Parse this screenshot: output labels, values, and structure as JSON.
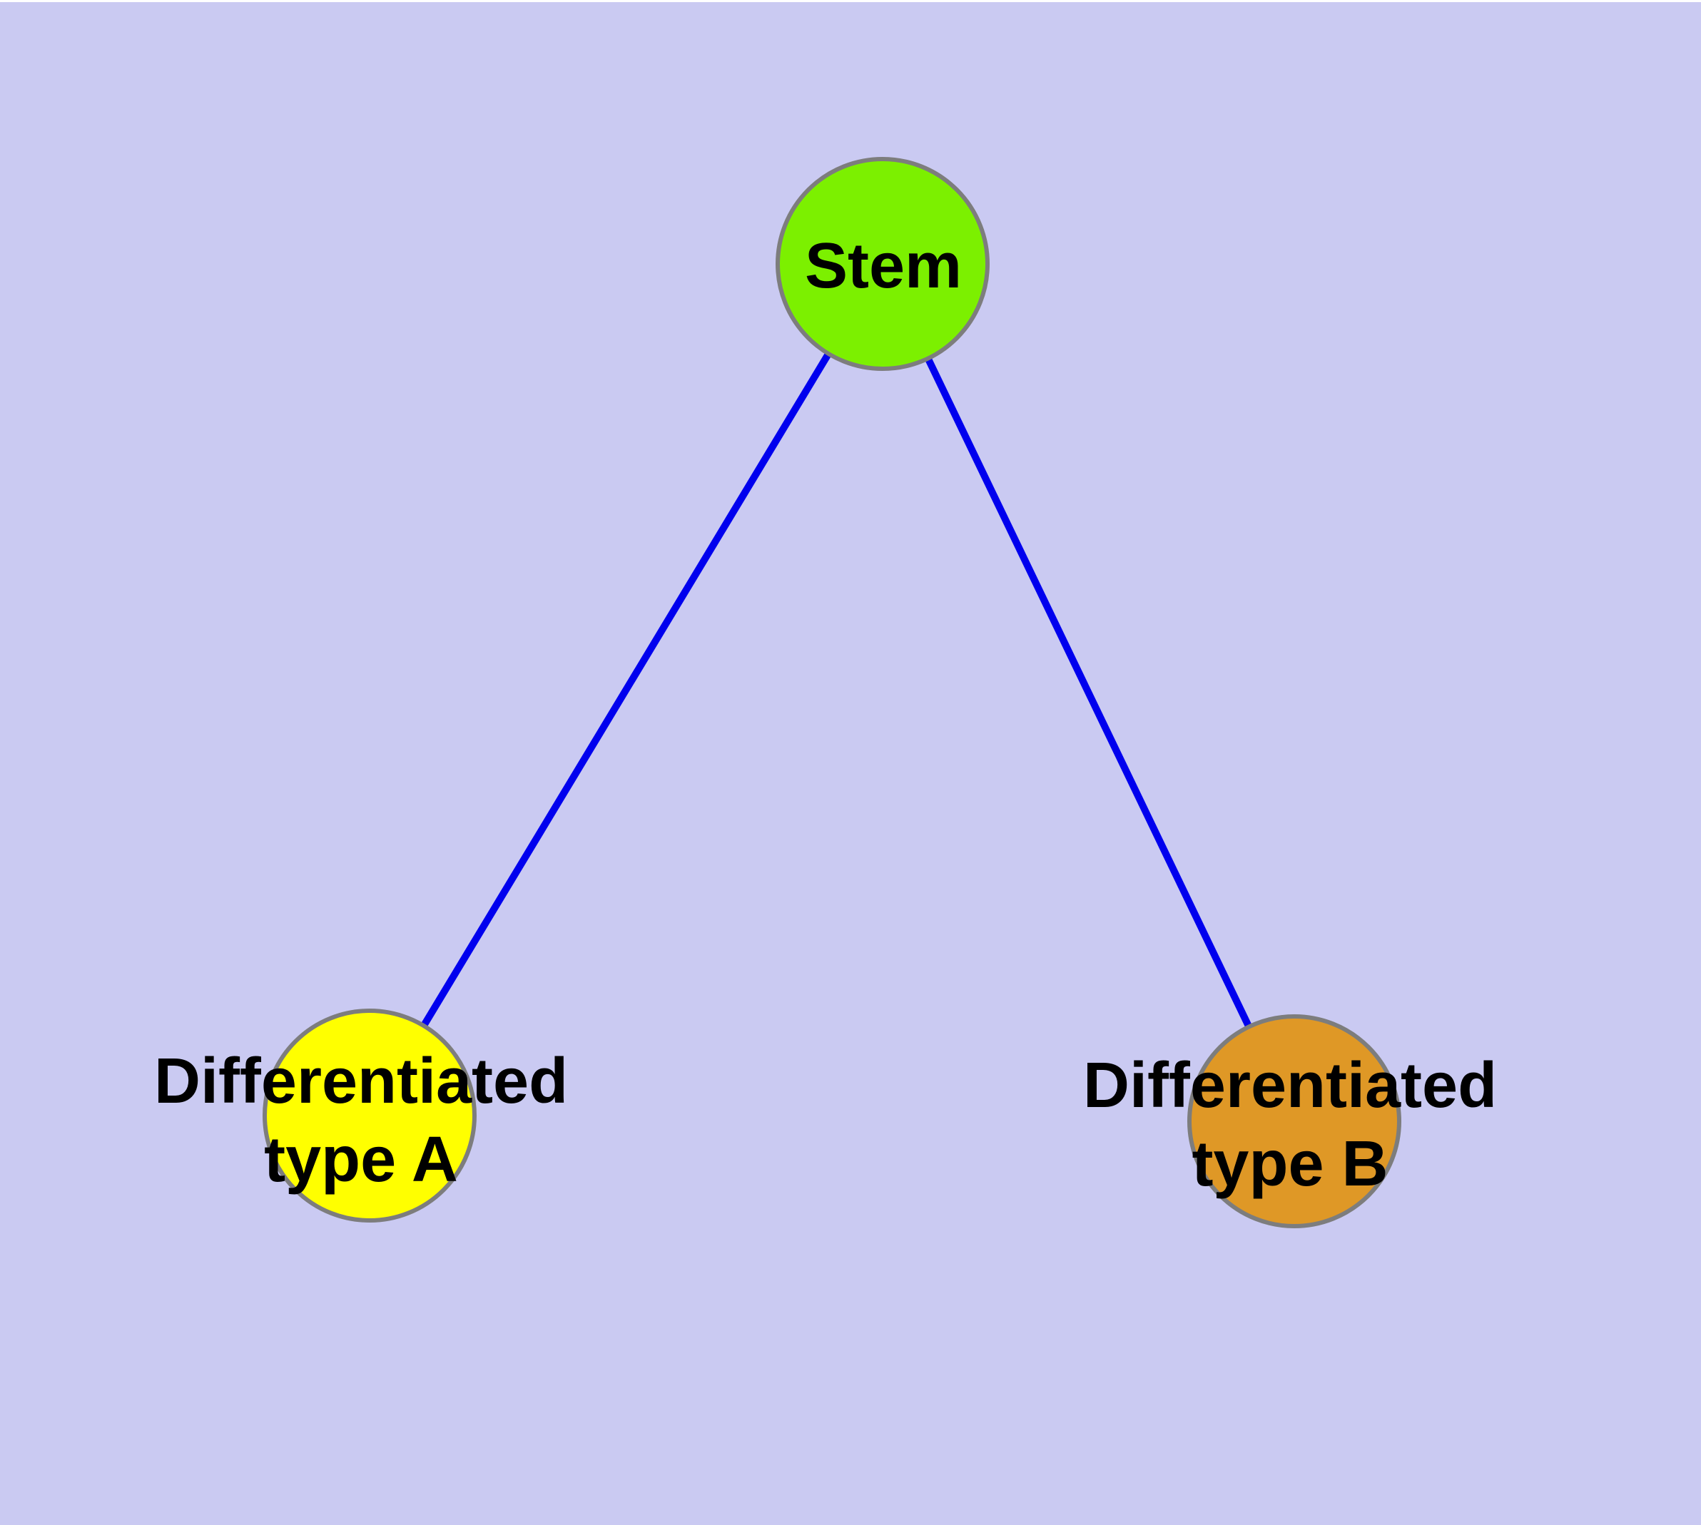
{
  "diagram": {
    "background_color": "#CACAF2",
    "top_border_color": "#FFFFFF",
    "edge_color": "#0000EE",
    "node_border_color": "#7D7D7D",
    "label_color": "#000000",
    "nodes": [
      {
        "id": "stem",
        "label": "Stem",
        "fill": "#7CF000"
      },
      {
        "id": "differentiated-type-a",
        "label": "Differentiated type A",
        "line1": "Differentiated",
        "line2": "type A",
        "fill": "#FFFF00"
      },
      {
        "id": "differentiated-type-b",
        "label": "Differentiated type B",
        "line1": "Differentiated",
        "line2": "type B",
        "fill": "#DF9826"
      }
    ],
    "edges": [
      {
        "from": "Stem",
        "to": "Differentiated type A"
      },
      {
        "from": "Stem",
        "to": "Differentiated type B"
      }
    ]
  }
}
